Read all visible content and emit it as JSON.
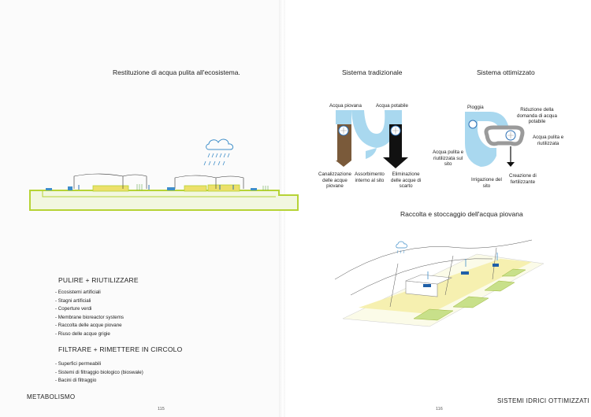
{
  "left_page": {
    "title": "Restituzione di acqua pulita all'ecosistema.",
    "section1": {
      "heading": "PULIRE + RIUTILIZZARE",
      "items": [
        "Ecosistemi artificiali",
        "Stagni artificiali",
        "Coperture verdi",
        "Membrane bioreactor systems",
        "Raccolta delle acque piovane",
        "Riuso delle acque grigie"
      ]
    },
    "section2": {
      "heading": "FILTRARE + RIMETTERE IN CIRCOLO",
      "items": [
        "Superfici permeabili",
        "Sistemi di filtraggio biologico (bioswale)",
        "Bacini di filtraggio"
      ]
    },
    "footer": "METABOLISMO",
    "page_number": "115"
  },
  "right_page": {
    "traditional": {
      "title": "Sistema tradizionale",
      "label_piovana": "Acqua piovana",
      "label_potabile": "Acqua potabile",
      "label_canalizzazione": [
        "Canalizzazione",
        "delle acque",
        "piovane"
      ],
      "label_assorbimento": [
        "Assorbimento",
        "interno al sito"
      ],
      "label_eliminazione": [
        "Eliminazione",
        "delle acque di",
        "scarto"
      ]
    },
    "optimized": {
      "title": "Sistema ottimizzato",
      "label_pioggia": "Pioggia",
      "label_riduzione": [
        "Riduzione della",
        "domanda di acqua",
        "potabile"
      ],
      "label_pulita_left": [
        "Acqua pulita e",
        "riutilizzata sul",
        "sito"
      ],
      "label_pulita_right": [
        "Acqua pulita e",
        "riutilizzata"
      ],
      "label_irrigazione": [
        "Irrigazione del",
        "sito"
      ],
      "label_fertilizzante": [
        "Creazione di",
        "fertilizzante"
      ]
    },
    "storage_title": "Raccolta e stoccaggio dell'acqua piovana",
    "footer": "SISTEMI IDRICI OTTIMIZZATI",
    "page_number": "116"
  },
  "colors": {
    "light_blue": "#a9d8ef",
    "lime": "#b6d335",
    "brown": "#7a5a3a",
    "grey_loop": "#9a9a9a"
  }
}
